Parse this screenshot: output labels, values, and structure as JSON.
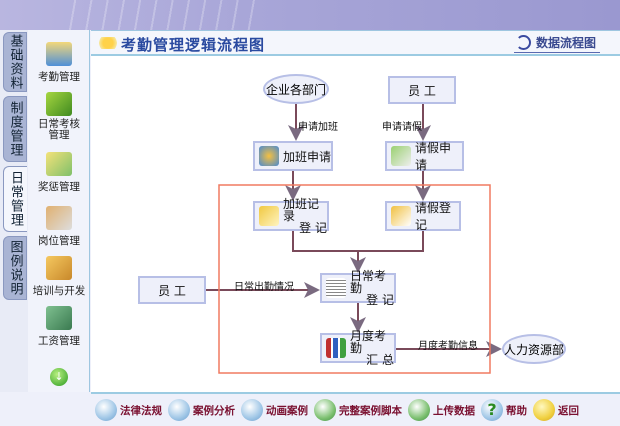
{
  "tabs": [
    "基础资料",
    "制度管理",
    "日常管理",
    "图例说明"
  ],
  "sidebar": [
    {
      "label": "考勤管理",
      "icon": "folder-icon"
    },
    {
      "label": "日常考核管理",
      "icon": "cube-icon"
    },
    {
      "label": "奖惩管理",
      "icon": "documents-icon"
    },
    {
      "label": "岗位管理",
      "icon": "people-icon"
    },
    {
      "label": "培训与开发",
      "icon": "box-icon"
    },
    {
      "label": "工资管理",
      "icon": "books-icon"
    }
  ],
  "title": "考勤管理逻辑流程图",
  "data_flow_link": "数据流程图",
  "flow": {
    "dept": "企业各部门",
    "employee_top": "员 工",
    "apply_overtime_label": "申请加班",
    "apply_leave_label": "申请请假",
    "overtime_apply": "加班申请",
    "leave_apply": "请假申请",
    "overtime_record": [
      "加班记录",
      "登  记"
    ],
    "leave_record": "请假登记",
    "employee_left": "员 工",
    "daily_label": "日常出勤情况",
    "daily_record": [
      "日常考勤",
      "登  记"
    ],
    "monthly_summary": [
      "月度考勤",
      "汇  总"
    ],
    "monthly_label": "月度考勤信息",
    "hr": "人力资源部"
  },
  "toolbar": [
    "法律法规",
    "案例分析",
    "动画案例",
    "完整案例脚本",
    "上传数据",
    "帮助",
    "返回"
  ]
}
